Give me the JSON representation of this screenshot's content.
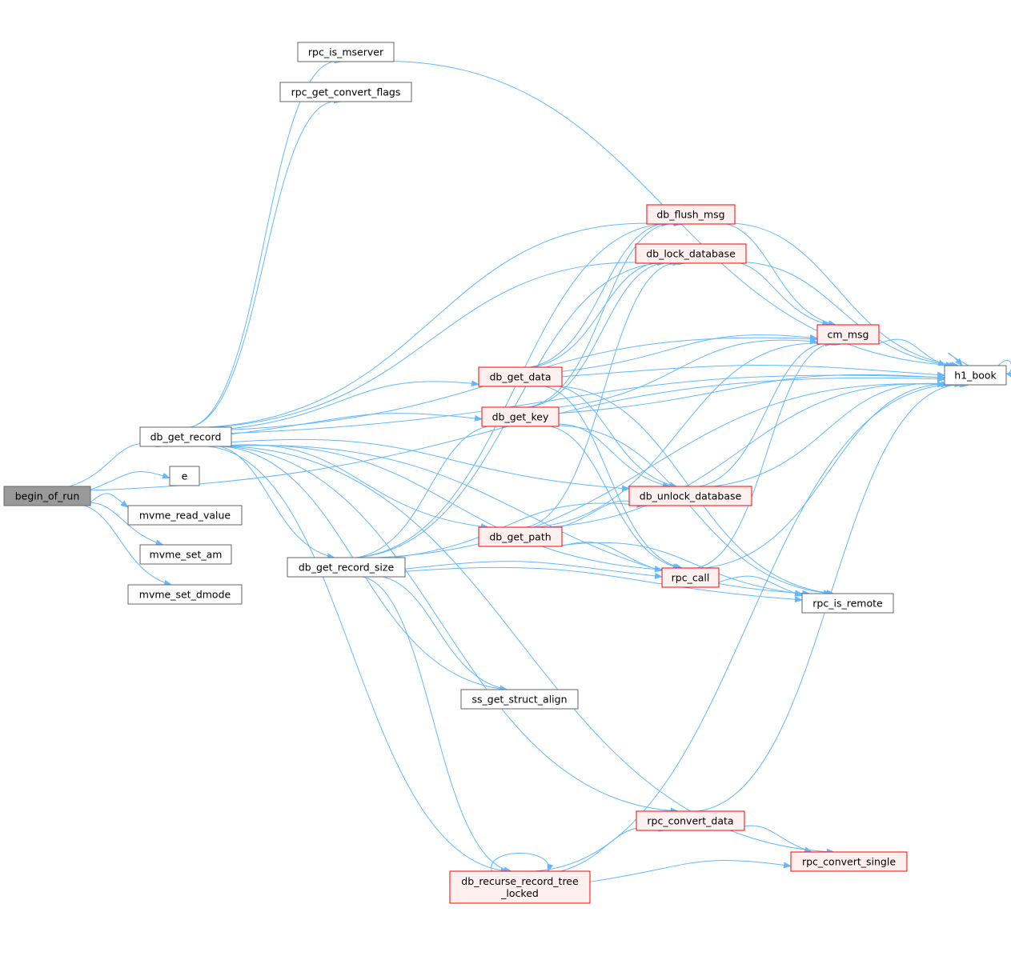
{
  "colors": {
    "edge": "#63b8ff",
    "root_fill": "#999999",
    "root_stroke": "#666666",
    "plain_stroke": "#666666",
    "plain_fill": "#ffffff",
    "red_stroke": "#ff0000",
    "red_fill": "#fff0f0"
  },
  "nodes": {
    "begin_of_run": {
      "lines": [
        "begin_of_run"
      ],
      "style": "root"
    },
    "db_get_record": {
      "lines": [
        "db_get_record"
      ],
      "style": "plain"
    },
    "e": {
      "lines": [
        "e"
      ],
      "style": "plain"
    },
    "mvme_read_value": {
      "lines": [
        "mvme_read_value"
      ],
      "style": "plain"
    },
    "mvme_set_am": {
      "lines": [
        "mvme_set_am"
      ],
      "style": "plain"
    },
    "mvme_set_dmode": {
      "lines": [
        "mvme_set_dmode"
      ],
      "style": "plain"
    },
    "rpc_is_mserver": {
      "lines": [
        "rpc_is_mserver"
      ],
      "style": "plain"
    },
    "rpc_get_convert_flags": {
      "lines": [
        "rpc_get_convert_flags"
      ],
      "style": "plain"
    },
    "db_get_record_size": {
      "lines": [
        "db_get_record_size"
      ],
      "style": "plain"
    },
    "ss_get_struct_align": {
      "lines": [
        "ss_get_struct_align"
      ],
      "style": "plain"
    },
    "db_get_data": {
      "lines": [
        "db_get_data"
      ],
      "style": "red"
    },
    "db_get_key": {
      "lines": [
        "db_get_key"
      ],
      "style": "red"
    },
    "db_get_path": {
      "lines": [
        "db_get_path"
      ],
      "style": "red"
    },
    "db_flush_msg": {
      "lines": [
        "db_flush_msg"
      ],
      "style": "red"
    },
    "db_lock_database": {
      "lines": [
        "db_lock_database"
      ],
      "style": "red"
    },
    "db_unlock_database": {
      "lines": [
        "db_unlock_database"
      ],
      "style": "red"
    },
    "rpc_call": {
      "lines": [
        "rpc_call"
      ],
      "style": "red"
    },
    "rpc_convert_data": {
      "lines": [
        "rpc_convert_data"
      ],
      "style": "red"
    },
    "db_recurse_record_tree_locked": {
      "lines": [
        "db_recurse_record_tree",
        "_locked"
      ],
      "style": "red"
    },
    "cm_msg": {
      "lines": [
        "cm_msg"
      ],
      "style": "red"
    },
    "h1_book": {
      "lines": [
        "h1_book"
      ],
      "style": "plain"
    },
    "rpc_is_remote": {
      "lines": [
        "rpc_is_remote"
      ],
      "style": "plain"
    },
    "rpc_convert_single": {
      "lines": [
        "rpc_convert_single"
      ],
      "style": "red"
    }
  },
  "edges": [
    [
      "begin_of_run",
      "db_get_record"
    ],
    [
      "begin_of_run",
      "e"
    ],
    [
      "begin_of_run",
      "mvme_read_value"
    ],
    [
      "begin_of_run",
      "mvme_set_am"
    ],
    [
      "begin_of_run",
      "mvme_set_dmode"
    ],
    [
      "begin_of_run",
      "h1_book"
    ],
    [
      "db_get_record",
      "rpc_is_mserver"
    ],
    [
      "db_get_record",
      "rpc_get_convert_flags"
    ],
    [
      "db_get_record",
      "db_get_record_size"
    ],
    [
      "db_get_record",
      "ss_get_struct_align"
    ],
    [
      "db_get_record",
      "db_get_data"
    ],
    [
      "db_get_record",
      "db_get_key"
    ],
    [
      "db_get_record",
      "db_get_path"
    ],
    [
      "db_get_record",
      "db_flush_msg"
    ],
    [
      "db_get_record",
      "db_lock_database"
    ],
    [
      "db_get_record",
      "db_unlock_database"
    ],
    [
      "db_get_record",
      "cm_msg"
    ],
    [
      "db_get_record",
      "h1_book"
    ],
    [
      "db_get_record",
      "rpc_call"
    ],
    [
      "db_get_record",
      "rpc_is_remote"
    ],
    [
      "db_get_record",
      "rpc_convert_data"
    ],
    [
      "db_get_record",
      "db_recurse_record_tree_locked"
    ],
    [
      "db_get_record",
      "rpc_convert_single"
    ],
    [
      "rpc_is_mserver",
      "h1_book"
    ],
    [
      "db_get_record_size",
      "db_get_key"
    ],
    [
      "db_get_record_size",
      "db_flush_msg"
    ],
    [
      "db_get_record_size",
      "db_lock_database"
    ],
    [
      "db_get_record_size",
      "db_unlock_database"
    ],
    [
      "db_get_record_size",
      "rpc_call"
    ],
    [
      "db_get_record_size",
      "rpc_is_remote"
    ],
    [
      "db_get_record_size",
      "ss_get_struct_align"
    ],
    [
      "db_get_record_size",
      "db_recurse_record_tree_locked"
    ],
    [
      "db_get_record_size",
      "h1_book"
    ],
    [
      "db_get_data",
      "db_flush_msg"
    ],
    [
      "db_get_data",
      "db_lock_database"
    ],
    [
      "db_get_data",
      "cm_msg"
    ],
    [
      "db_get_data",
      "db_unlock_database"
    ],
    [
      "db_get_data",
      "rpc_call"
    ],
    [
      "db_get_data",
      "rpc_is_remote"
    ],
    [
      "db_get_data",
      "h1_book"
    ],
    [
      "db_get_key",
      "db_flush_msg"
    ],
    [
      "db_get_key",
      "db_lock_database"
    ],
    [
      "db_get_key",
      "cm_msg"
    ],
    [
      "db_get_key",
      "db_unlock_database"
    ],
    [
      "db_get_key",
      "rpc_call"
    ],
    [
      "db_get_key",
      "rpc_is_remote"
    ],
    [
      "db_get_key",
      "h1_book"
    ],
    [
      "db_get_path",
      "db_lock_database"
    ],
    [
      "db_get_path",
      "db_unlock_database"
    ],
    [
      "db_get_path",
      "cm_msg"
    ],
    [
      "db_get_path",
      "rpc_call"
    ],
    [
      "db_get_path",
      "rpc_is_remote"
    ],
    [
      "db_get_path",
      "h1_book"
    ],
    [
      "db_flush_msg",
      "cm_msg"
    ],
    [
      "db_flush_msg",
      "h1_book"
    ],
    [
      "db_lock_database",
      "cm_msg"
    ],
    [
      "db_lock_database",
      "h1_book"
    ],
    [
      "db_unlock_database",
      "cm_msg"
    ],
    [
      "db_unlock_database",
      "h1_book"
    ],
    [
      "cm_msg",
      "h1_book"
    ],
    [
      "h1_book",
      "h1_book"
    ],
    [
      "rpc_call",
      "cm_msg"
    ],
    [
      "rpc_call",
      "rpc_is_remote"
    ],
    [
      "rpc_call",
      "h1_book"
    ],
    [
      "rpc_convert_data",
      "rpc_convert_single"
    ],
    [
      "rpc_convert_data",
      "h1_book"
    ],
    [
      "db_recurse_record_tree_locked",
      "db_recurse_record_tree_locked"
    ],
    [
      "db_recurse_record_tree_locked",
      "rpc_convert_data"
    ],
    [
      "db_recurse_record_tree_locked",
      "rpc_convert_single"
    ],
    [
      "db_recurse_record_tree_locked",
      "h1_book"
    ]
  ]
}
